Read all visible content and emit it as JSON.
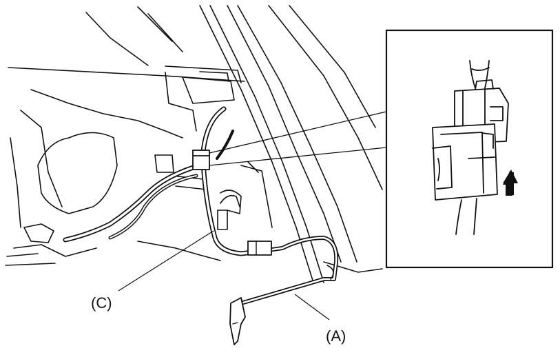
{
  "figure": {
    "callouts": [
      {
        "id": "A",
        "text": "(A)"
      },
      {
        "id": "C",
        "text": "(C)"
      }
    ],
    "inset": {
      "arrow_icon": "up-arrow-icon",
      "subject": "connector"
    },
    "colors": {
      "line": "#111111",
      "background": "#ffffff"
    }
  }
}
